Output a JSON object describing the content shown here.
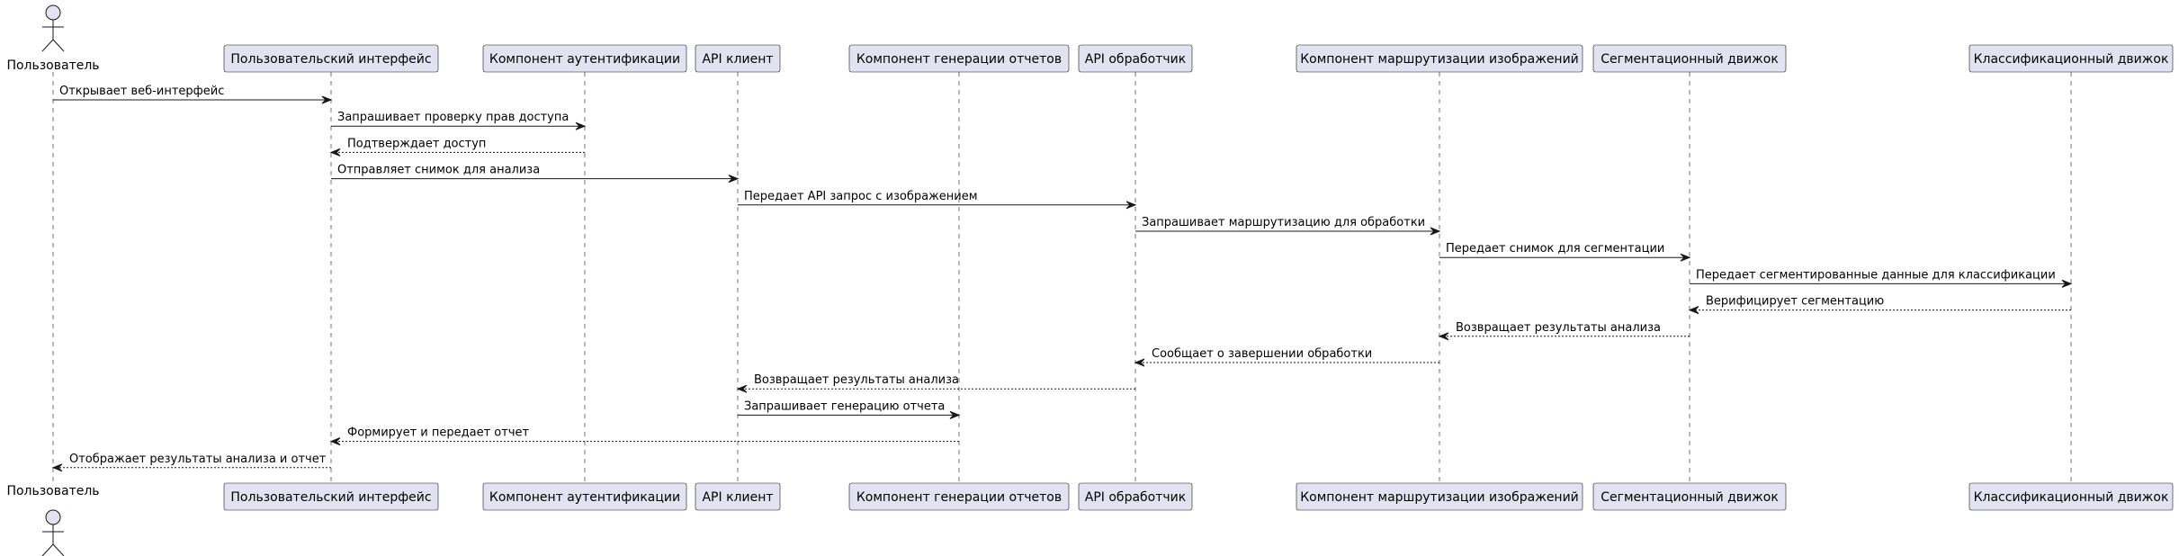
{
  "participants": [
    {
      "id": "user",
      "label": "Пользователь",
      "kind": "actor"
    },
    {
      "id": "ui",
      "label": "Пользовательский интерфейс",
      "kind": "box"
    },
    {
      "id": "auth",
      "label": "Компонент аутентификации",
      "kind": "box"
    },
    {
      "id": "api_client",
      "label": "API клиент",
      "kind": "box"
    },
    {
      "id": "report",
      "label": "Компонент генерации отчетов",
      "kind": "box"
    },
    {
      "id": "api_handler",
      "label": "API обработчик",
      "kind": "box"
    },
    {
      "id": "router",
      "label": "Компонент маршрутизации изображений",
      "kind": "box"
    },
    {
      "id": "segm",
      "label": "Сегментационный движок",
      "kind": "box"
    },
    {
      "id": "classif",
      "label": "Классификационный движок",
      "kind": "box"
    }
  ],
  "messages": [
    {
      "from": "user",
      "to": "ui",
      "text": "Открывает веб-интерфейс",
      "style": "solid"
    },
    {
      "from": "ui",
      "to": "auth",
      "text": "Запрашивает проверку прав доступа",
      "style": "solid"
    },
    {
      "from": "auth",
      "to": "ui",
      "text": "Подтверждает доступ",
      "style": "dashed"
    },
    {
      "from": "ui",
      "to": "api_client",
      "text": "Отправляет снимок для анализа",
      "style": "solid"
    },
    {
      "from": "api_client",
      "to": "api_handler",
      "text": "Передает API запрос с изображением",
      "style": "solid"
    },
    {
      "from": "api_handler",
      "to": "router",
      "text": "Запрашивает маршрутизацию для обработки",
      "style": "solid"
    },
    {
      "from": "router",
      "to": "segm",
      "text": "Передает снимок для сегментации",
      "style": "solid"
    },
    {
      "from": "segm",
      "to": "classif",
      "text": "Передает сегментированные данные для классификации",
      "style": "solid"
    },
    {
      "from": "classif",
      "to": "segm",
      "text": "Верифицирует сегментацию",
      "style": "dashed"
    },
    {
      "from": "segm",
      "to": "router",
      "text": "Возвращает результаты анализа",
      "style": "dashed"
    },
    {
      "from": "router",
      "to": "api_handler",
      "text": "Сообщает о завершении обработки",
      "style": "dashed"
    },
    {
      "from": "api_handler",
      "to": "api_client",
      "text": "Возвращает результаты анализа",
      "style": "dashed"
    },
    {
      "from": "api_client",
      "to": "report",
      "text": "Запрашивает генерацию отчета",
      "style": "solid"
    },
    {
      "from": "report",
      "to": "ui",
      "text": "Формирует и передает отчет",
      "style": "dashed"
    },
    {
      "from": "ui",
      "to": "user",
      "text": "Отображает результаты анализа и отчет",
      "style": "dashed"
    }
  ]
}
